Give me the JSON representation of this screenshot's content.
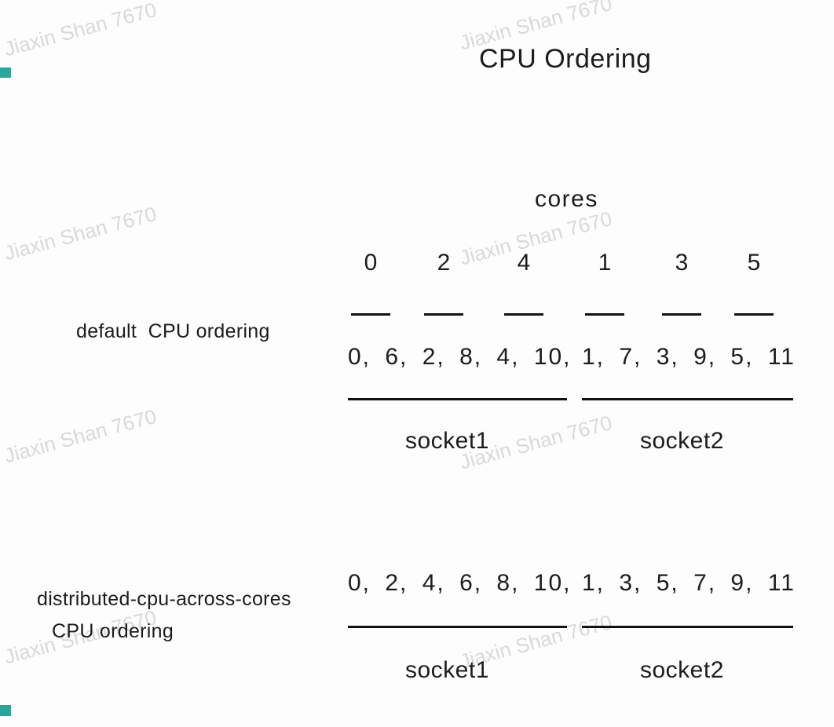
{
  "title": "CPU Ordering",
  "watermark_text": "Jiaxin Shan 7670",
  "colors": {
    "accent_teal": "#27a79a",
    "line": "#111111",
    "watermark": "#d9d9d9",
    "background": "#fdfdfd"
  },
  "diagram": {
    "cores_label": "cores",
    "core_numbers": [
      "0",
      "2",
      "4",
      "1",
      "3",
      "5"
    ],
    "rows": [
      {
        "label_lines": [
          "default  CPU ordering"
        ],
        "socket1_cpus": "0, 6, 2, 8, 4, 10,",
        "socket2_cpus": "1, 7, 3, 9, 5, 11",
        "socket1_label": "socket1",
        "socket2_label": "socket2"
      },
      {
        "label_lines": [
          "distributed-cpu-across-cores",
          "CPU ordering"
        ],
        "socket1_cpus": "0, 2, 4, 6, 8, 10,",
        "socket2_cpus": "1, 3, 5, 7, 9, 11",
        "socket1_label": "socket1",
        "socket2_label": "socket2"
      }
    ]
  }
}
